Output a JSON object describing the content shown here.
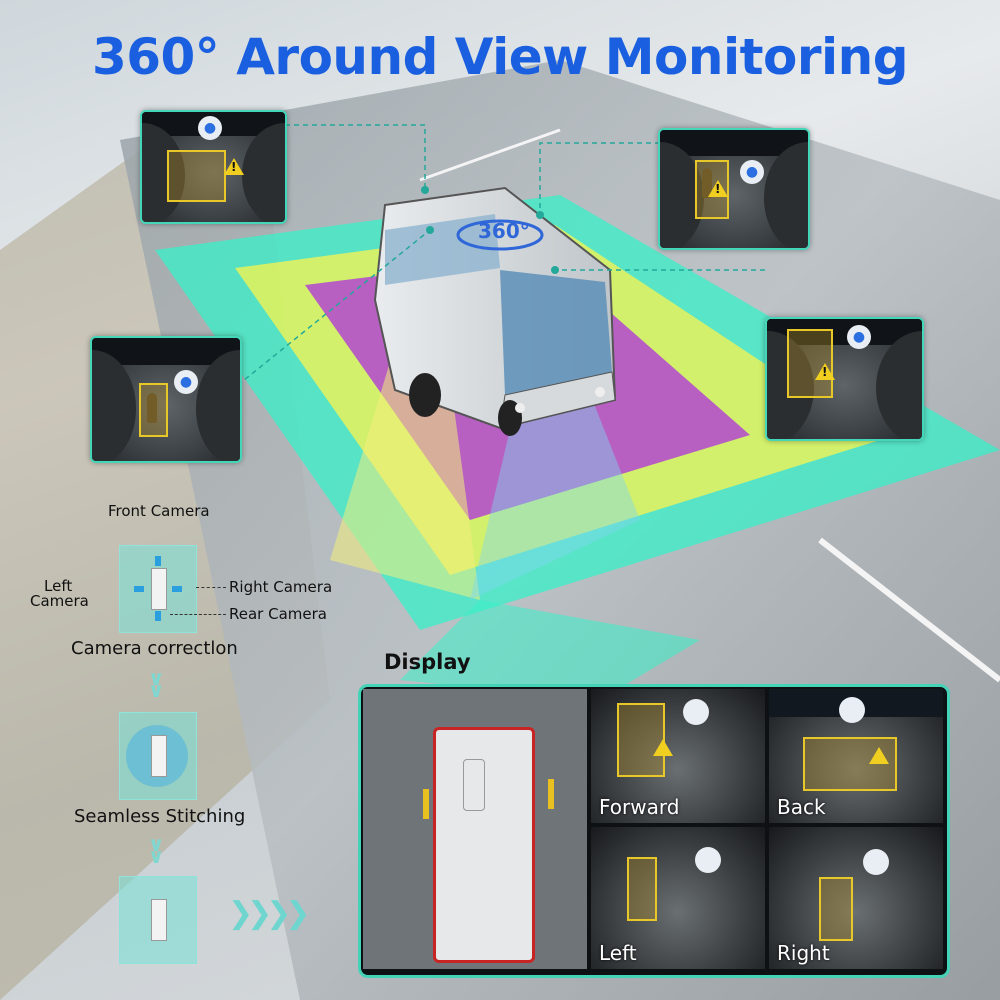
{
  "title": "360° Around View Monitoring",
  "bus_badge": "360°",
  "workflow": {
    "front_camera": "Front Camera",
    "left_camera_line1": "Left",
    "left_camera_line2": "Camera",
    "right_camera": "Right Camera",
    "rear_camera": "Rear Camera",
    "step1": "Camera correctlon",
    "step2": "Seamless Stitching"
  },
  "display": {
    "title": "Display",
    "views": [
      "Forward",
      "Back",
      "Left",
      "Right"
    ]
  },
  "colors": {
    "title": "#1a5fe0",
    "frame": "#43d6b9",
    "zone_outer": "#38f0c8",
    "zone_mid": "#e8f25a",
    "zone_inner": "#b03cd8",
    "warning": "#f1cf20"
  },
  "icons": [
    "microphone-icon",
    "warning-icon",
    "chevron-right-icon",
    "chevron-down-icon"
  ]
}
